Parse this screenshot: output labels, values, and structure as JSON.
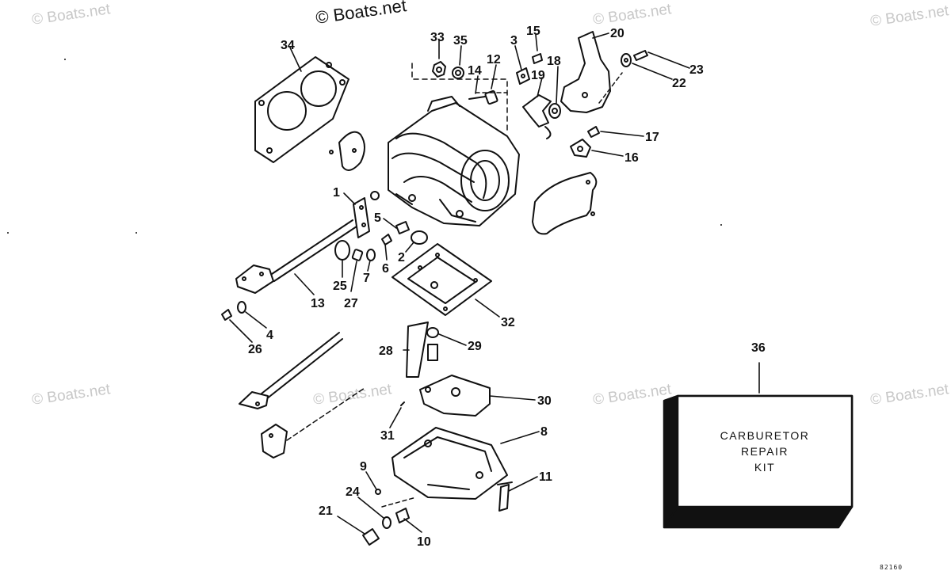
{
  "watermarks": {
    "main": "© Boats.net",
    "faint": "© Boats.net"
  },
  "callouts": [
    "1",
    "2",
    "3",
    "4",
    "5",
    "6",
    "7",
    "8",
    "9",
    "10",
    "11",
    "12",
    "13",
    "14",
    "15",
    "16",
    "17",
    "18",
    "19",
    "20",
    "21",
    "22",
    "23",
    "24",
    "25",
    "26",
    "27",
    "28",
    "29",
    "30",
    "31",
    "32",
    "33",
    "34",
    "35",
    "36"
  ],
  "kit_label": {
    "line1": "CARBURETOR",
    "line2": "REPAIR",
    "line3": "KIT"
  },
  "figure_number": "82160"
}
